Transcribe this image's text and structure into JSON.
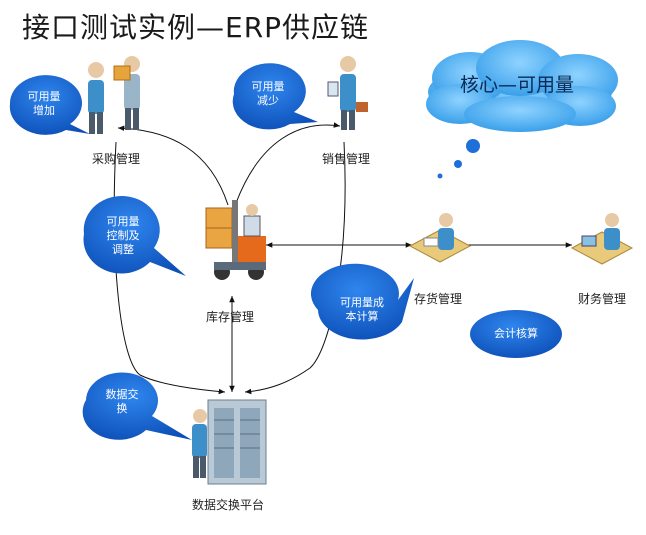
{
  "title": "接口测试实例—ERP供应链",
  "nodes": {
    "purchase": "采购管理",
    "sales": "销售管理",
    "warehouse": "库存管理",
    "inventory": "存货管理",
    "finance": "财务管理",
    "exchange": "数据交换平台"
  },
  "callouts": {
    "increase": [
      "可用量",
      "增加"
    ],
    "decrease": [
      "可用量",
      "减少"
    ],
    "control": [
      "可用量",
      "控制及",
      "调整"
    ],
    "costing": [
      "可用量成",
      "本计算"
    ],
    "accounting": [
      "会计核算"
    ],
    "data_exchange": [
      "数据交",
      "换"
    ]
  },
  "cloud": "核心—可用量",
  "colors": {
    "bubble": "#1565d8",
    "cloud": "#4fb1f0",
    "arrow": "#111111",
    "person": "#3d8fc9"
  }
}
